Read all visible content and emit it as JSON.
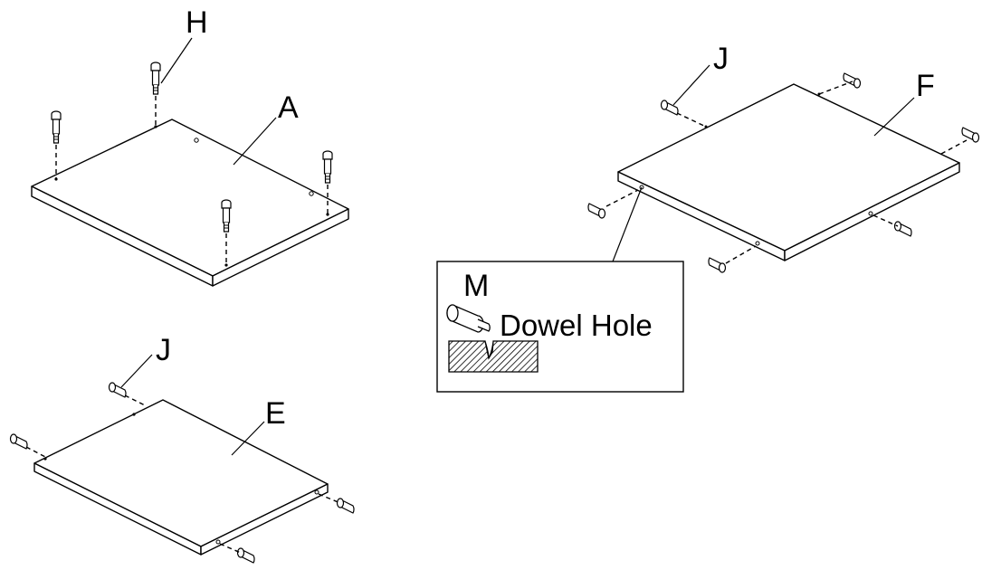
{
  "labels": {
    "H": "H",
    "A": "A",
    "J_top": "J",
    "F": "F",
    "J_bottom": "J",
    "E": "E",
    "M": "M"
  },
  "legend": {
    "text": "Dowel Hole"
  }
}
